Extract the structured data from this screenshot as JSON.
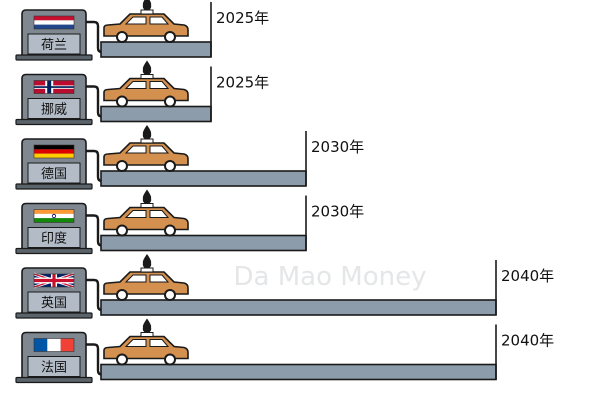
{
  "chart_data": {
    "type": "bar",
    "orientation": "horizontal",
    "categories": [
      "荷兰",
      "挪威",
      "德国",
      "印度",
      "英国",
      "法国"
    ],
    "values": [
      2025,
      2025,
      2030,
      2030,
      2040,
      2040
    ],
    "value_labels": [
      "2025年",
      "2025年",
      "2030年",
      "2030年",
      "2040年",
      "2040年"
    ],
    "xlim": [
      2018,
      2040
    ],
    "flags": [
      "netherlands",
      "norway",
      "germany",
      "india",
      "united-kingdom",
      "france"
    ],
    "grid": false,
    "legend": "none"
  },
  "colors": {
    "bar": "#8d9cab",
    "bar_outline": "#1a1a1a",
    "pump_body": "#7f8891",
    "pump_label": "#b3bcc6",
    "car_body": "#d4904f",
    "car_window": "#ffffff",
    "wheel": "#ffffff",
    "drop": "#1a1a1a",
    "hose": "#1a1a1a"
  },
  "watermark": {
    "text": "Da Mao Money",
    "color": "#e4e6e8"
  }
}
